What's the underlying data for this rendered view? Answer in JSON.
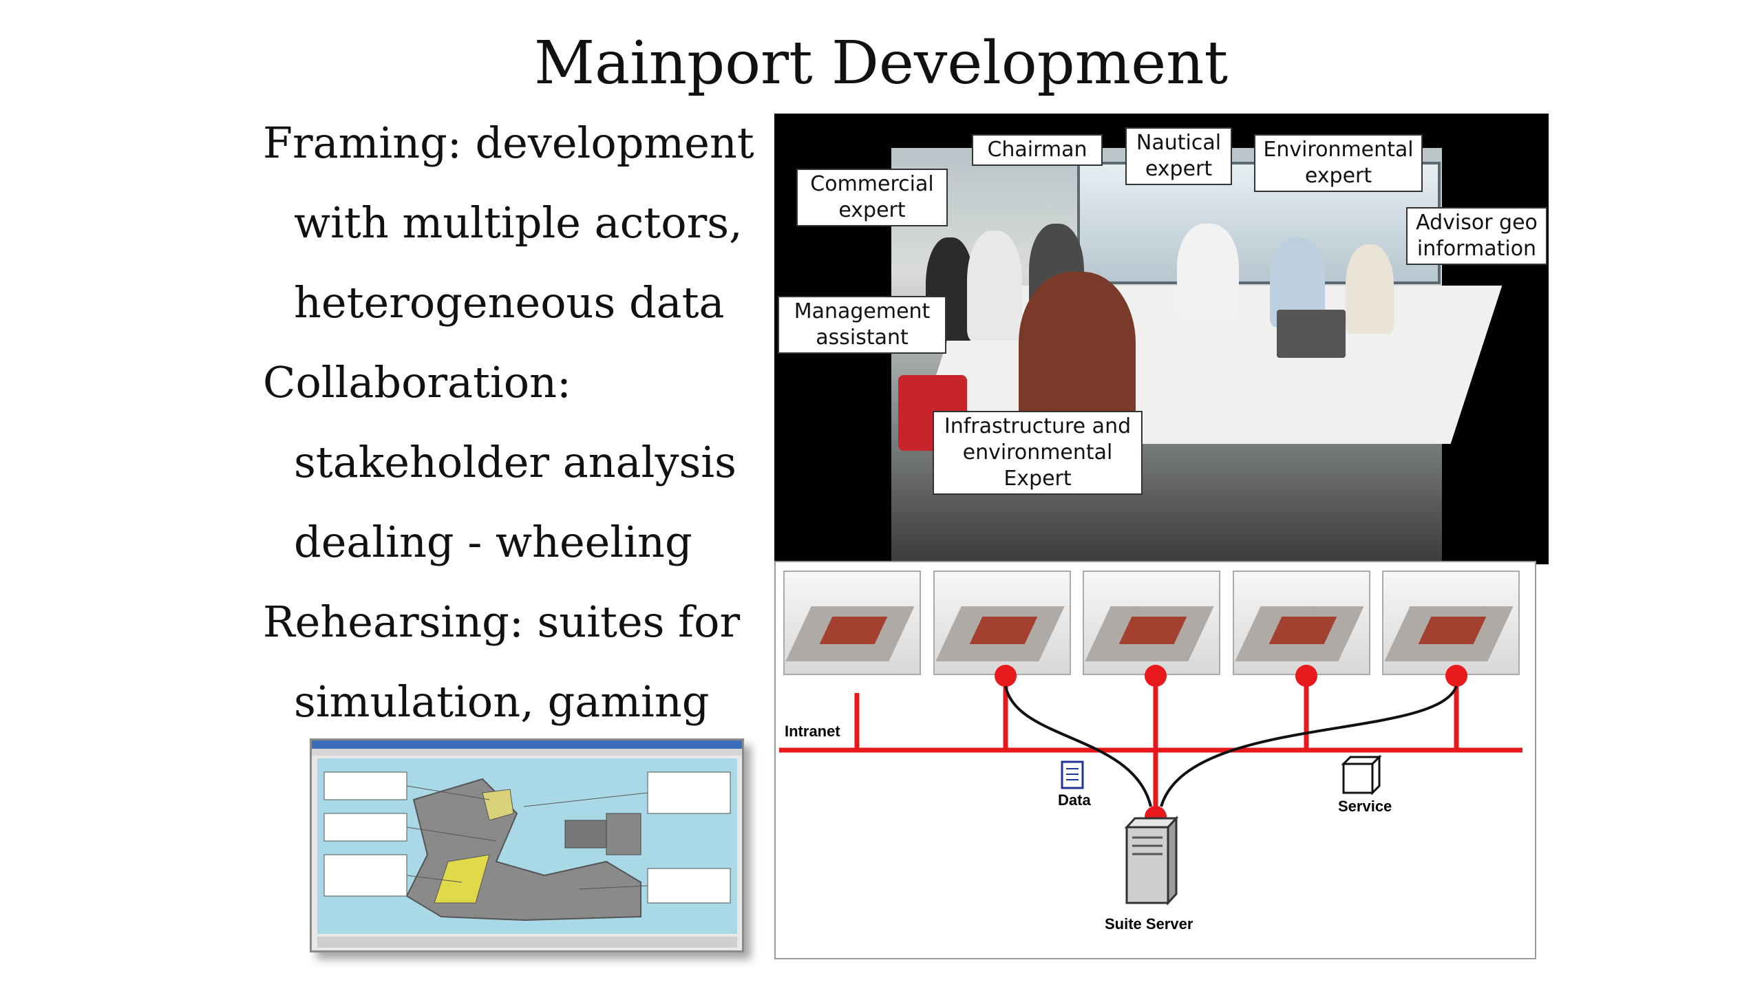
{
  "slide": {
    "title": "Mainport Development",
    "bullets": [
      {
        "text": "Framing: development",
        "indent": false
      },
      {
        "text": "with multiple actors,",
        "indent": true
      },
      {
        "text": "heterogeneous data",
        "indent": true
      },
      {
        "text": "Collaboration:",
        "indent": false
      },
      {
        "text": "stakeholder analysis",
        "indent": true
      },
      {
        "text": "dealing - wheeling",
        "indent": true
      },
      {
        "text": "Rehearsing: suites for",
        "indent": false
      },
      {
        "text": "simulation,  gaming",
        "indent": true
      }
    ]
  },
  "photo": {
    "labels": {
      "chairman": "Chairman",
      "nautical": "Nautical\nexpert",
      "environmental": "Environmental\nexpert",
      "commercial": "Commercial\nexpert",
      "advisor": "Advisor geo\ninformation",
      "management": "Management\nassistant",
      "infrastructure": "Infrastructure and\nenvironmental\nExpert"
    }
  },
  "network": {
    "intranet_label": "Intranet",
    "data_label": "Data",
    "service_label": "Service",
    "server_label": "Suite Server",
    "line_color": "#e8191c"
  }
}
